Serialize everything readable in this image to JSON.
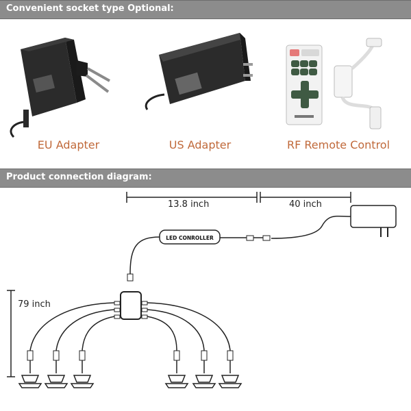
{
  "sections": {
    "socket_title": "Convenient socket type Optional:",
    "diagram_title": "Product connection diagram:"
  },
  "products": [
    {
      "label": "EU Adapter",
      "icon": "eu-adapter-icon"
    },
    {
      "label": "US Adapter",
      "icon": "us-adapter-icon"
    },
    {
      "label": "RF Remote Control",
      "icon": "rf-remote-icon"
    }
  ],
  "diagram": {
    "controller_label": "LED CONROLLER",
    "dim_controller": "13.8 inch",
    "dim_adapter": "40 inch",
    "dim_height": "79 inch"
  },
  "colors": {
    "band": "#8c8c8c",
    "caption": "#c0693a",
    "remote_button": "#3f5a43"
  }
}
